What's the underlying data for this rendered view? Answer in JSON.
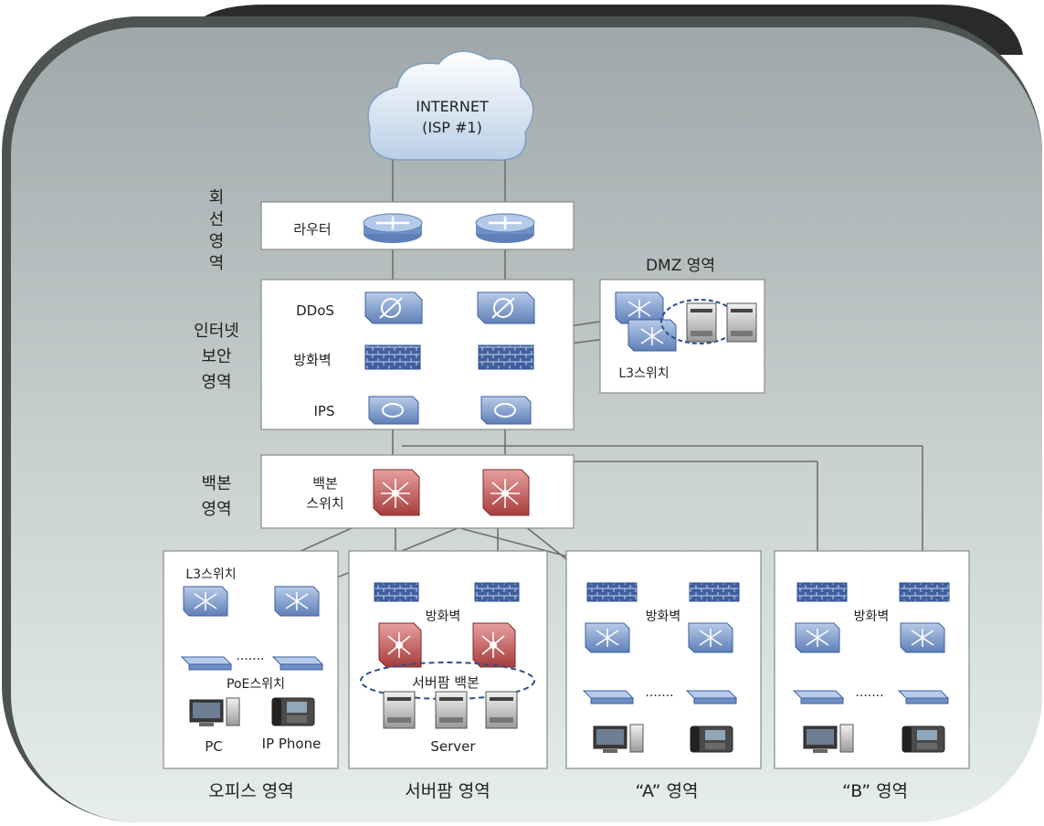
{
  "internet": {
    "line1": "INTERNET",
    "line2": "(ISP #1)"
  },
  "zones": {
    "circuit": "회\n선\n영\n역",
    "security": "인터넷\n보안\n영역",
    "backbone": "백본\n영역"
  },
  "labels": {
    "router": "라우터",
    "ddos": "DDoS",
    "firewall": "방화벽",
    "ips": "IPS",
    "backbone_switch": "백본\n스위치",
    "dmz_title": "DMZ 영역",
    "dmz_l3": "L3스위치"
  },
  "areas": {
    "office": {
      "caption": "오피스 영역",
      "l3": "L3스위치",
      "poe": "PoE스위치",
      "dots": ".......",
      "pc": "PC",
      "phone": "IP Phone"
    },
    "server": {
      "caption": "서버팜 영역",
      "firewall": "방화벽",
      "backbone": "서버팜 백본",
      "server": "Server"
    },
    "a": {
      "caption": "“A” 영역",
      "firewall": "방화벽",
      "dots": "......."
    },
    "b": {
      "caption": "“B” 영역",
      "firewall": "방화벽",
      "dots": "......."
    }
  }
}
